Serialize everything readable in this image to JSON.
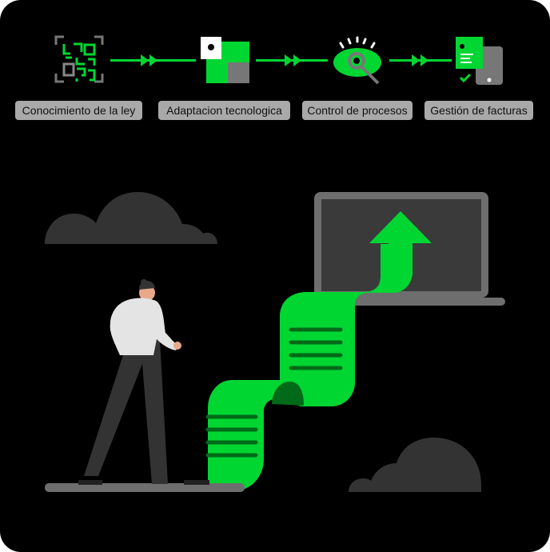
{
  "steps": [
    {
      "label": "Conocimiento de la ley",
      "icon": "qr-code-icon"
    },
    {
      "label": "Adaptacion tecnologica",
      "icon": "puzzle-gear-icon"
    },
    {
      "label": "Control de procesos",
      "icon": "eye-magnifier-icon"
    },
    {
      "label": "Gestión de facturas",
      "icon": "invoice-phone-icon"
    }
  ],
  "colors": {
    "accent": "#00d632",
    "gray": "#6e6e6e",
    "dark": "#2e2e2e",
    "pill": "#a9a9a9"
  }
}
